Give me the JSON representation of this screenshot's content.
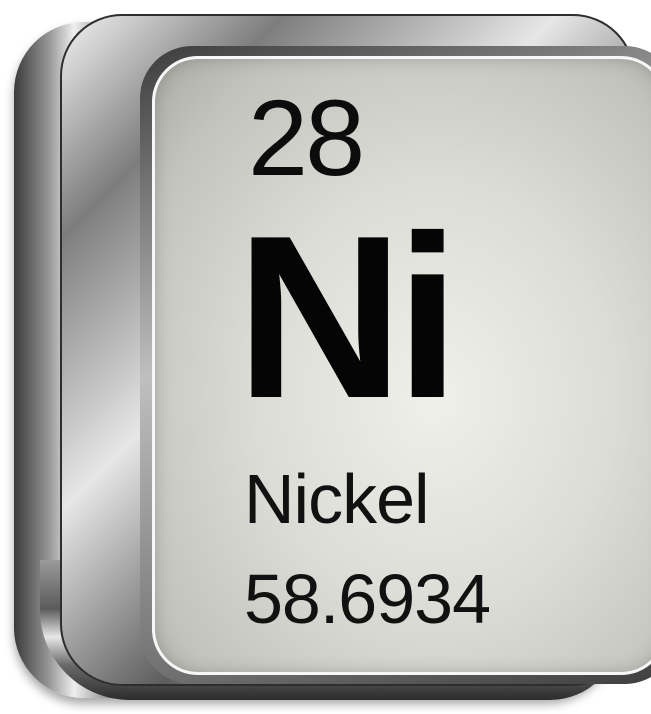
{
  "element": {
    "atomic_number": "28",
    "symbol": "Ni",
    "name": "Nickel",
    "atomic_mass": "58.6934"
  },
  "colors": {
    "text": "#0c0c0c",
    "face": "#dcdcd6",
    "metal": "#8a8a8a"
  }
}
